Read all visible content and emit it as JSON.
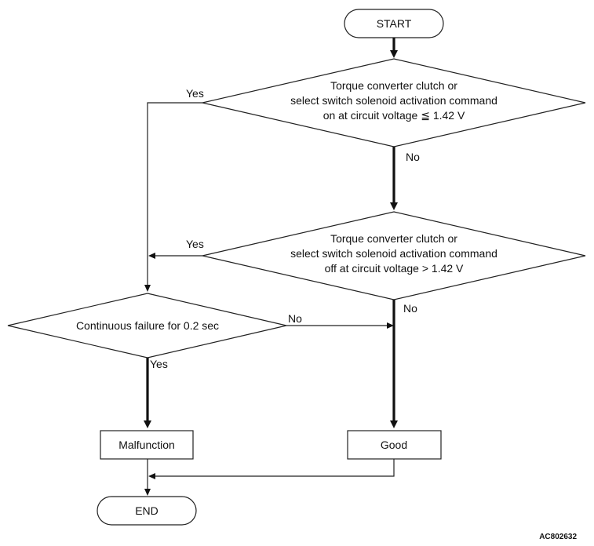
{
  "flowchart": {
    "start": "START",
    "end": "END",
    "decision1": {
      "line1": "Torque converter clutch or",
      "line2": "select switch solenoid activation command",
      "line3": "on at circuit voltage ≦ 1.42 V",
      "yes": "Yes",
      "no": "No"
    },
    "decision2": {
      "line1": "Torque converter clutch or",
      "line2": "select switch solenoid activation command",
      "line3": "off at circuit voltage > 1.42 V",
      "yes": "Yes",
      "no": "No"
    },
    "decision3": {
      "text": "Continuous failure for 0.2 sec",
      "yes": "Yes",
      "no": "No"
    },
    "malfunction": "Malfunction",
    "good": "Good"
  },
  "figure_id": "AC802632"
}
